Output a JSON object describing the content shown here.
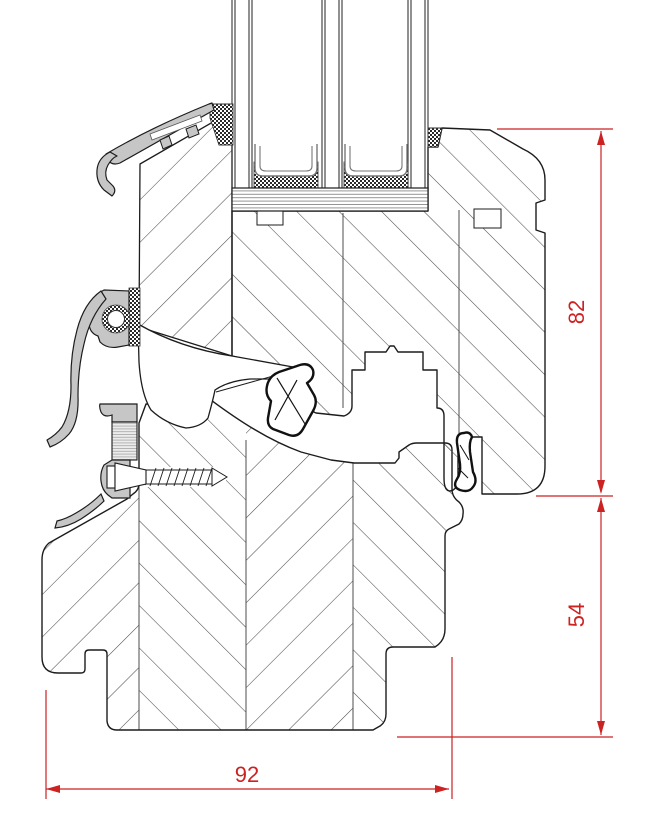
{
  "drawing": {
    "kind": "window-frame-cross-section",
    "dimensions": {
      "sash_height": {
        "label": "82"
      },
      "frame_height": {
        "label": "54"
      },
      "frame_depth": {
        "label": "92"
      }
    },
    "style": {
      "dimension_color": "#cc2222",
      "outline_color": "#1c1c1c",
      "hatch_color": "#4d4d4d",
      "aluminum_color": "#c6c6c6",
      "aluminum_light": "#ececec",
      "background": "#ffffff"
    }
  }
}
